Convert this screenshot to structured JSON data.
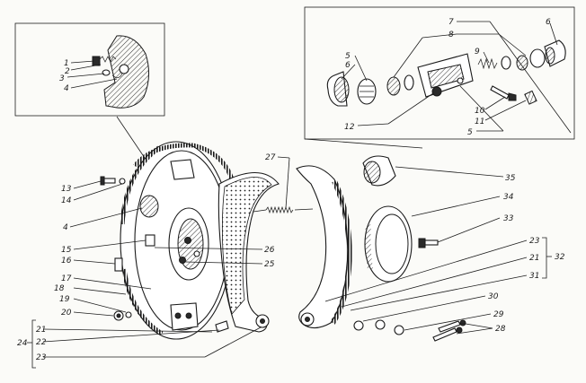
{
  "callouts": [
    {
      "id": "inset-1",
      "text": "1"
    },
    {
      "id": "inset-2",
      "text": "2"
    },
    {
      "id": "inset-3",
      "text": "3"
    },
    {
      "id": "inset-4",
      "text": "4"
    },
    {
      "id": "cyl-7",
      "text": "7"
    },
    {
      "id": "cyl-8",
      "text": "8"
    },
    {
      "id": "cyl-6a",
      "text": "6"
    },
    {
      "id": "cyl-5a",
      "text": "5"
    },
    {
      "id": "cyl-6b",
      "text": "6"
    },
    {
      "id": "cyl-9",
      "text": "9"
    },
    {
      "id": "cyl-12",
      "text": "12"
    },
    {
      "id": "cyl-10",
      "text": "10"
    },
    {
      "id": "cyl-11",
      "text": "11"
    },
    {
      "id": "cyl-5b",
      "text": "5"
    },
    {
      "id": "p-13",
      "text": "13"
    },
    {
      "id": "p-14",
      "text": "14"
    },
    {
      "id": "p-27",
      "text": "27"
    },
    {
      "id": "p-35",
      "text": "35"
    },
    {
      "id": "p-34",
      "text": "34"
    },
    {
      "id": "p-4",
      "text": "4"
    },
    {
      "id": "p-33",
      "text": "33"
    },
    {
      "id": "p-15",
      "text": "15"
    },
    {
      "id": "p-26",
      "text": "26"
    },
    {
      "id": "p-16",
      "text": "16"
    },
    {
      "id": "p-25",
      "text": "25"
    },
    {
      "id": "p-23r",
      "text": "23"
    },
    {
      "id": "p-21r",
      "text": "21"
    },
    {
      "id": "p-32",
      "text": "32"
    },
    {
      "id": "p-31",
      "text": "31"
    },
    {
      "id": "p-17",
      "text": "17"
    },
    {
      "id": "p-18",
      "text": "18"
    },
    {
      "id": "p-30",
      "text": "30"
    },
    {
      "id": "p-19",
      "text": "19"
    },
    {
      "id": "p-20",
      "text": "20"
    },
    {
      "id": "p-29",
      "text": "29"
    },
    {
      "id": "p-28",
      "text": "28"
    },
    {
      "id": "p-21l",
      "text": "21"
    },
    {
      "id": "p-24",
      "text": "24"
    },
    {
      "id": "p-22",
      "text": "22"
    },
    {
      "id": "p-23l",
      "text": "23"
    }
  ]
}
